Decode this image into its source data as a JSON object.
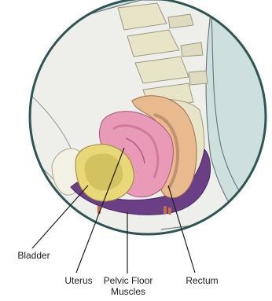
{
  "labels": {
    "bladder": "Bladder",
    "uterus": "Uterus",
    "pelvic_floor": "Pelvic Floor\nMuscles",
    "rectum": "Rectum"
  },
  "colors": {
    "background": "#cde0de",
    "body": "#eeeeea",
    "spine": "#e7e4c8",
    "pelvic_floor": "#6a3f86",
    "uterus": "#e89ab7",
    "bladder": "#e8d878",
    "rectum": "#e8ba8e"
  }
}
